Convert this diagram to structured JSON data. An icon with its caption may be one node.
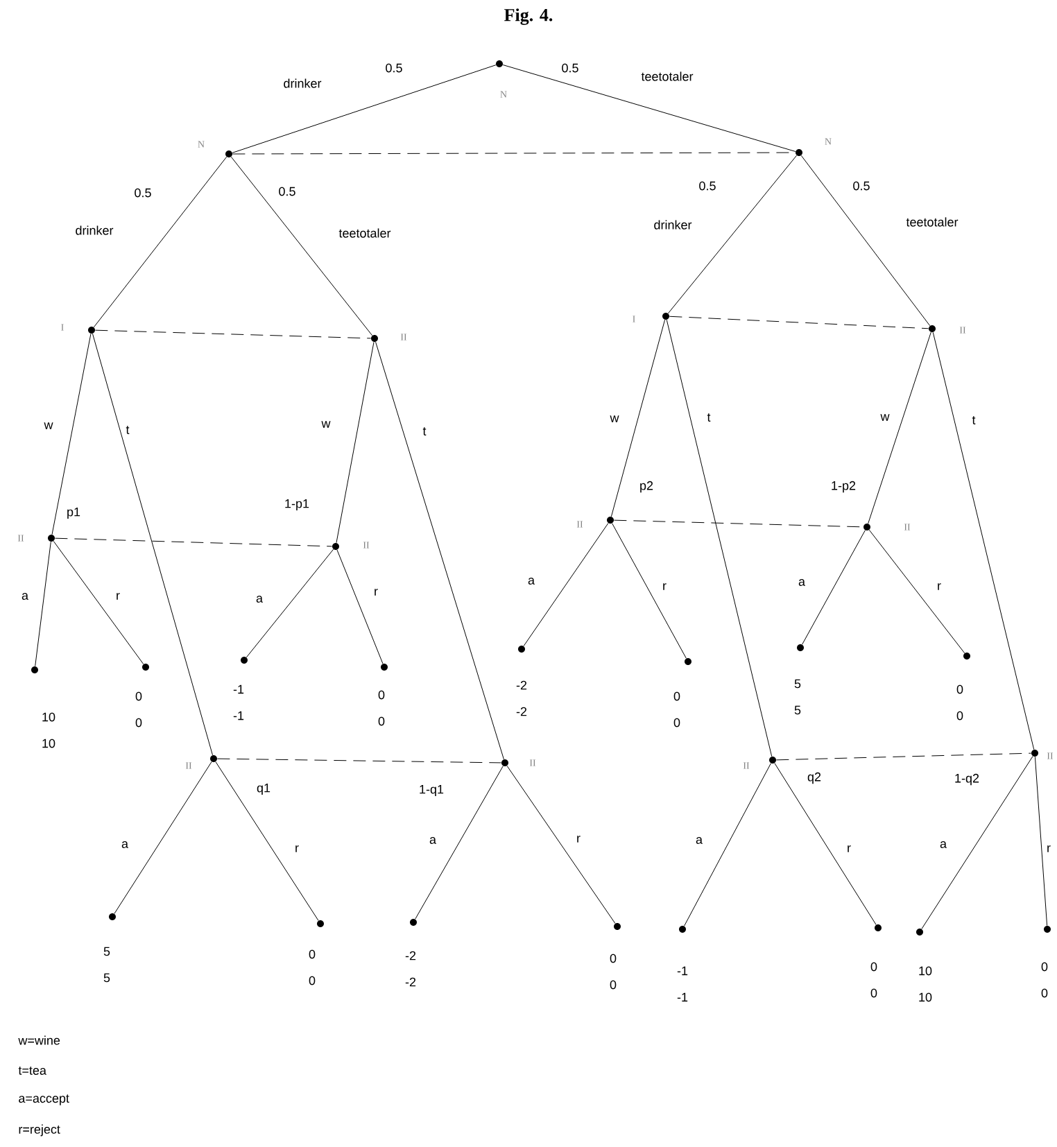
{
  "diagram": {
    "title": "Fig. 4.",
    "nodes": [
      {
        "text": [],
        "shape": "circle",
        "beside": [
          "N"
        ]
      },
      {
        "text": [],
        "shape": "circle",
        "beside": [
          "N"
        ]
      },
      {
        "text": [],
        "shape": "circle",
        "beside": [
          "N"
        ]
      },
      {
        "text": [],
        "shape": "circle",
        "beside": [
          "I"
        ]
      },
      {
        "text": [],
        "shape": "circle",
        "beside": [
          "II"
        ]
      },
      {
        "text": [],
        "shape": "circle",
        "beside": [
          "I"
        ]
      },
      {
        "text": [],
        "shape": "circle",
        "beside": [
          "II"
        ]
      },
      {
        "text": [],
        "shape": "circle",
        "beside": [
          "II"
        ]
      },
      {
        "text": [],
        "shape": "circle",
        "beside": [
          "II"
        ]
      },
      {
        "text": [],
        "shape": "circle",
        "beside": [
          "II"
        ]
      },
      {
        "text": [],
        "shape": "circle",
        "beside": [
          "II"
        ]
      },
      {
        "text": [],
        "shape": "circle",
        "beside": [
          "II"
        ]
      },
      {
        "text": [],
        "shape": "circle",
        "beside": [
          "II"
        ]
      },
      {
        "text": [],
        "shape": "circle",
        "beside": [
          "II"
        ]
      },
      {
        "text": [],
        "shape": "circle",
        "beside": [
          "II"
        ]
      },
      {
        "text": [],
        "shape": "circle",
        "beside": [
          "10",
          "10"
        ]
      },
      {
        "text": [],
        "shape": "circle",
        "beside": [
          "0",
          "0"
        ]
      },
      {
        "text": [],
        "shape": "circle",
        "beside": [
          "-1",
          "-1"
        ]
      },
      {
        "text": [],
        "shape": "circle",
        "beside": [
          "0",
          "0"
        ]
      },
      {
        "text": [],
        "shape": "circle",
        "beside": [
          "-2",
          "-2"
        ]
      },
      {
        "text": [],
        "shape": "circle",
        "beside": [
          "0",
          "0"
        ]
      },
      {
        "text": [],
        "shape": "circle",
        "beside": [
          "5",
          "5"
        ]
      },
      {
        "text": [],
        "shape": "circle",
        "beside": [
          "0",
          "0"
        ]
      },
      {
        "text": [],
        "shape": "circle",
        "beside": [
          "5",
          "5"
        ]
      },
      {
        "text": [],
        "shape": "circle",
        "beside": [
          "0",
          "0"
        ]
      },
      {
        "text": [],
        "shape": "circle",
        "beside": [
          "-2",
          "-2"
        ]
      },
      {
        "text": [],
        "shape": "circle",
        "beside": [
          "0",
          "0"
        ]
      },
      {
        "text": [],
        "shape": "circle",
        "beside": [
          "-1",
          "-1"
        ]
      },
      {
        "text": [],
        "shape": "circle",
        "beside": [
          "0",
          "0"
        ]
      },
      {
        "text": [],
        "shape": "circle",
        "beside": [
          "10",
          "10"
        ]
      },
      {
        "text": [],
        "shape": "circle",
        "beside": [
          "0",
          "0"
        ]
      }
    ],
    "edges": [
      {
        "from": 0,
        "to": 1,
        "arrow": "none",
        "label": "drinker"
      },
      {
        "from": 0,
        "to": 2,
        "arrow": "none",
        "label": "teetotaler"
      },
      {
        "from": 1,
        "to": 3,
        "arrow": "none",
        "label": "drinker"
      },
      {
        "from": 1,
        "to": 4,
        "arrow": "none",
        "label": "teetotaler"
      },
      {
        "from": 2,
        "to": 5,
        "arrow": "none",
        "label": "drinker"
      },
      {
        "from": 2,
        "to": 6,
        "arrow": "none",
        "label": "teetotaler"
      },
      {
        "from": 3,
        "to": 7,
        "arrow": "none",
        "label": "w"
      },
      {
        "from": 3,
        "to": 11,
        "arrow": "none",
        "label": "t"
      },
      {
        "from": 4,
        "to": 8,
        "arrow": "none",
        "label": "w"
      },
      {
        "from": 4,
        "to": 12,
        "arrow": "none",
        "label": "t"
      },
      {
        "from": 5,
        "to": 9,
        "arrow": "none",
        "label": "w"
      },
      {
        "from": 5,
        "to": 13,
        "arrow": "none",
        "label": "t"
      },
      {
        "from": 6,
        "to": 10,
        "arrow": "none",
        "label": "w"
      },
      {
        "from": 6,
        "to": 14,
        "arrow": "none",
        "label": "t"
      },
      {
        "from": 7,
        "to": 15,
        "arrow": "none",
        "label": "a"
      },
      {
        "from": 7,
        "to": 16,
        "arrow": "none",
        "label": "r"
      },
      {
        "from": 8,
        "to": 17,
        "arrow": "none",
        "label": "a"
      },
      {
        "from": 8,
        "to": 18,
        "arrow": "none",
        "label": "r"
      },
      {
        "from": 9,
        "to": 19,
        "arrow": "none",
        "label": "a"
      },
      {
        "from": 9,
        "to": 20,
        "arrow": "none",
        "label": "r"
      },
      {
        "from": 10,
        "to": 21,
        "arrow": "none",
        "label": "a"
      },
      {
        "from": 10,
        "to": 22,
        "arrow": "none",
        "label": "r"
      },
      {
        "from": 11,
        "to": 23,
        "arrow": "none",
        "label": "a"
      },
      {
        "from": 11,
        "to": 24,
        "arrow": "none",
        "label": "r"
      },
      {
        "from": 12,
        "to": 25,
        "arrow": "none",
        "label": "a"
      },
      {
        "from": 12,
        "to": 26,
        "arrow": "none",
        "label": "r"
      },
      {
        "from": 13,
        "to": 27,
        "arrow": "none",
        "label": "a"
      },
      {
        "from": 13,
        "to": 28,
        "arrow": "none",
        "label": "r"
      },
      {
        "from": 14,
        "to": 29,
        "arrow": "none",
        "label": "a"
      },
      {
        "from": 14,
        "to": 30,
        "arrow": "none",
        "label": "r"
      },
      {
        "from": 1,
        "to": 2,
        "arrow": "none",
        "style": "dashed"
      },
      {
        "from": 3,
        "to": 4,
        "arrow": "none",
        "style": "dashed"
      },
      {
        "from": 5,
        "to": 6,
        "arrow": "none",
        "style": "dashed"
      },
      {
        "from": 7,
        "to": 8,
        "arrow": "none",
        "style": "dashed"
      },
      {
        "from": 9,
        "to": 10,
        "arrow": "none",
        "style": "dashed"
      },
      {
        "from": 11,
        "to": 12,
        "arrow": "none",
        "style": "dashed"
      },
      {
        "from": 13,
        "to": 14,
        "arrow": "none",
        "style": "dashed"
      }
    ],
    "labels": [
      "0.5",
      "0.5",
      "0.5",
      "0.5",
      "0.5",
      "0.5",
      "p1",
      "1-p1",
      "p2",
      "1-p2",
      "q1",
      "1-q1",
      "q2",
      "1-q2",
      "w=wine",
      "t=tea",
      "a=accept",
      "r=reject"
    ]
  }
}
